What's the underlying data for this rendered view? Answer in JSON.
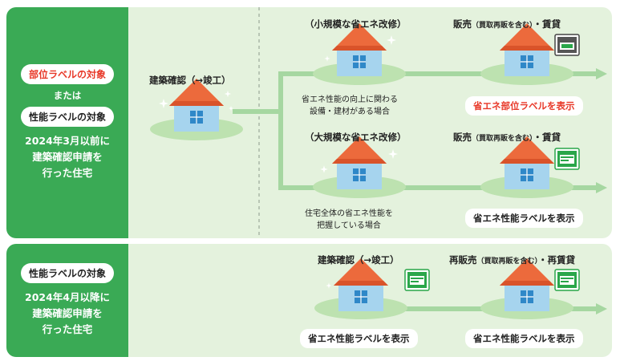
{
  "colors": {
    "left_green": "#3aaa55",
    "panel_bg": "#e4f2dd",
    "arrow": "#a6d7a1",
    "ellipse": "#bde2b0",
    "roof": "#ec6a3c",
    "wall": "#a6d4ee",
    "window": "#2f88c8",
    "red_text": "#e83828"
  },
  "top": {
    "pill1": "部位ラベルの対象",
    "or": "または",
    "pill2": "性能ラベルの対象",
    "desc_lines": [
      "2024年3月以前に",
      "建築確認申請を",
      "行った住宅"
    ],
    "start_label": "建築確認（→竣工）",
    "upper": {
      "label": "（小規模な省エネ改修）",
      "note_lines": [
        "省エネ性能の向上に関わる",
        "設備・建材がある場合"
      ],
      "sale_label_main": "販売",
      "sale_label_small": "（買取再販を含む）",
      "sale_label_tail": "・賃貸",
      "result": "省エネ部位ラベルを表示"
    },
    "lower": {
      "label": "（大規模な省エネ改修）",
      "note_lines": [
        "住宅全体の省エネ性能を",
        "把握している場合"
      ],
      "sale_label_main": "販売",
      "sale_label_small": "（買取再販を含む）",
      "sale_label_tail": "・賃貸",
      "result": "省エネ性能ラベルを表示"
    }
  },
  "bottom": {
    "pill": "性能ラベルの対象",
    "desc_lines": [
      "2024年4月以降に",
      "建築確認申請を",
      "行った住宅"
    ],
    "left_label": "建築確認（→竣工）",
    "right_label_main": "再販売",
    "right_label_small": "（買取再販を含む）",
    "right_label_tail": "・再賃貸",
    "result_left": "省エネ性能ラベルを表示",
    "result_right": "省エネ性能ラベルを表示"
  }
}
